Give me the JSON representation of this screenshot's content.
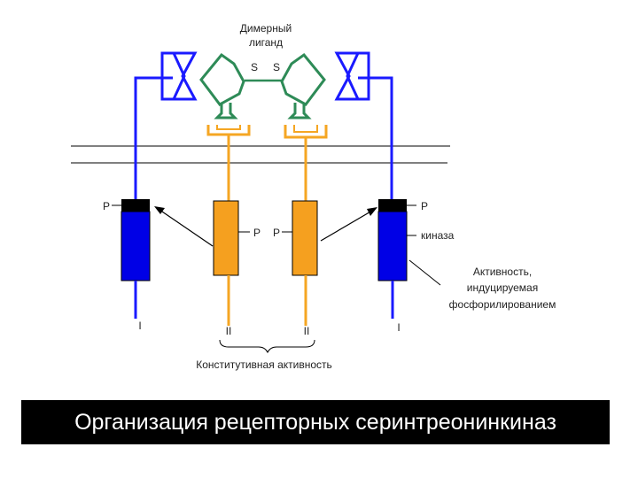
{
  "labels": {
    "ligand_line1": "Димерный",
    "ligand_line2": "лиганд",
    "s_left": "S",
    "s_right": "S",
    "p_left_outer": "P",
    "p_right_outer": "P",
    "p_center_left": "P",
    "p_center_right": "P",
    "kinase": "киназа",
    "activity_line1": "Активность,",
    "activity_line2": "индуцируемая",
    "activity_line3": "фосфорилированием",
    "type_i_left": "I",
    "type_ii_left": "II",
    "type_ii_right": "II",
    "type_i_right": "I",
    "constitutive": "Конститутивная активность"
  },
  "caption": "Организация рецепторных серинтреонинкиназ",
  "colors": {
    "type_i_receptor": "#1a1aff",
    "type_i_kinase_fill": "#0000e6",
    "type_ii_receptor": "#f5a623",
    "type_ii_kinase_fill": "#f5a01f",
    "ligand": "#2e8b57",
    "membrane": "#000000",
    "caption_bg": "#000000",
    "caption_text": "#ffffff"
  }
}
